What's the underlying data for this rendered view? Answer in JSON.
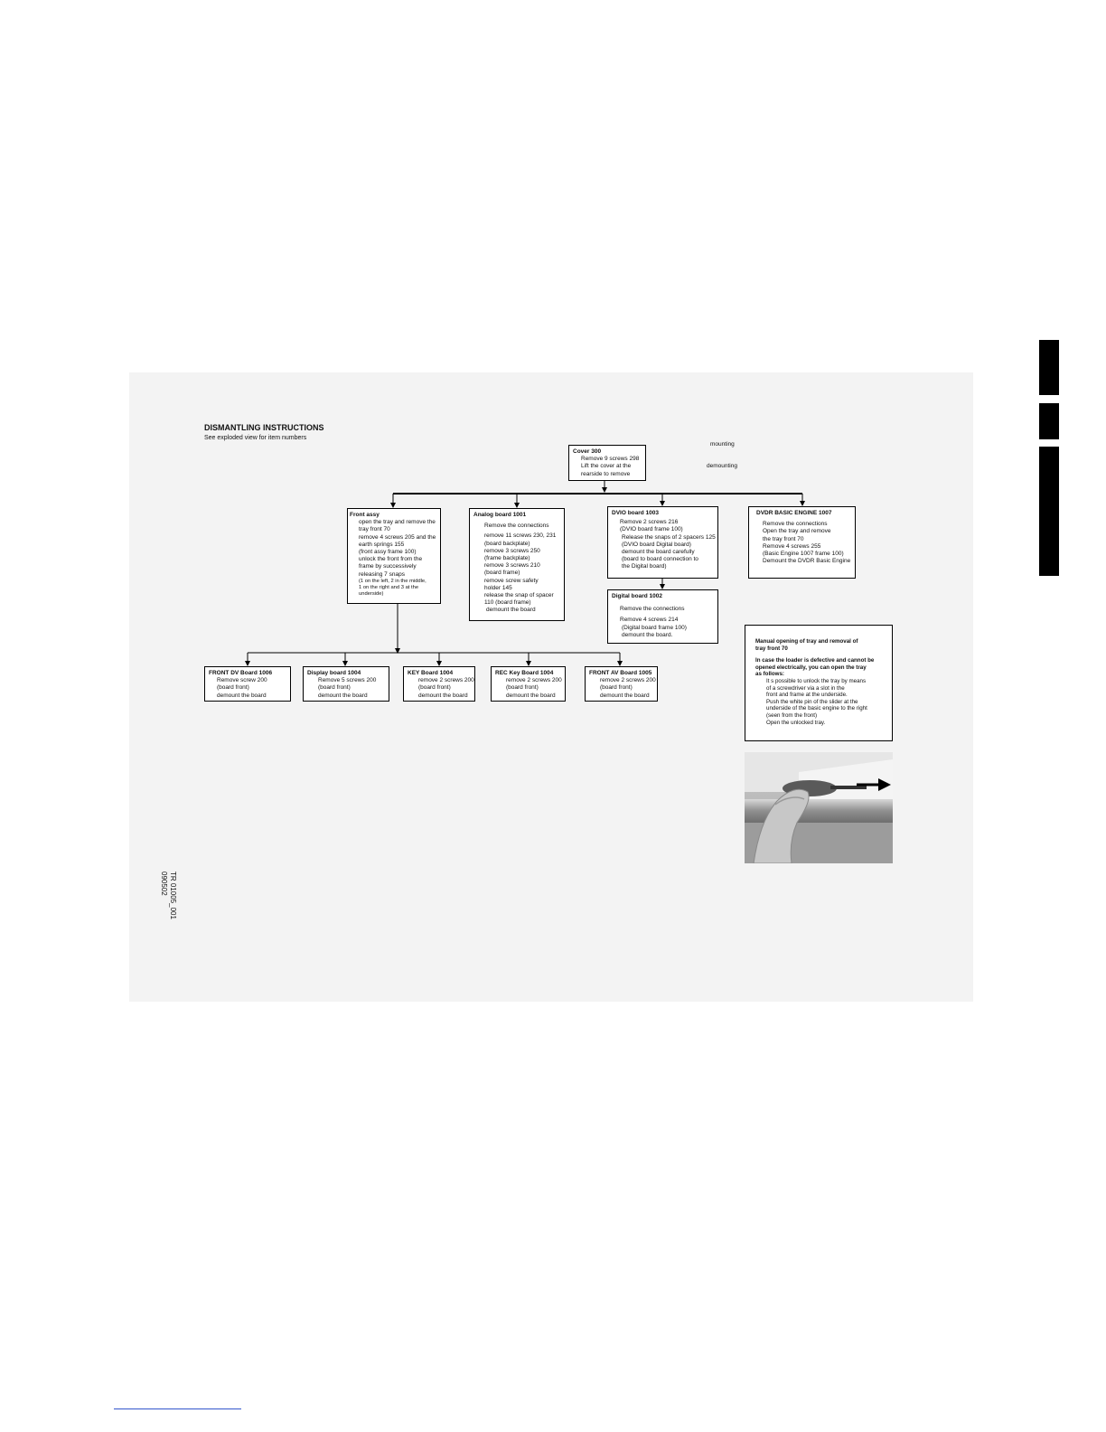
{
  "heading": {
    "title": "DISMANTLING INSTRUCTIONS",
    "subtitle": "See exploded view for item numbers"
  },
  "legend": {
    "mounting": "mounting",
    "demounting": "demounting"
  },
  "cover": {
    "title": "Cover 300",
    "lines": [
      "Remove 9 screws 298",
      "Lift the cover at the",
      "rearside to remove"
    ]
  },
  "front_assy": {
    "title": "Front assy",
    "lines": [
      "open the tray and remove the",
      "tray front 70",
      "remove 4 screws 205 and the",
      "earth springs 155",
      "(front assy      frame 100)",
      "unlock the front from the",
      "frame by successively",
      "releasing 7 snaps",
      "(1 on the left, 2 in the middle,",
      "1 on the right and 3 at the",
      "underside)"
    ]
  },
  "analog": {
    "title": "Analog board 1001",
    "lines": [
      "Remove the connections",
      "remove 11 screws 230, 231",
      "(board       backplate)",
      "remove 3 screws 250",
      "(frame       backplate)",
      "remove 3 screws 210",
      "(board       frame)",
      "remove screw safety",
      "holder 145",
      "release the snap of spacer",
      "110 (board       frame)",
      "demount the board"
    ]
  },
  "dvio": {
    "title": "DVIO board 1003",
    "lines": [
      "Remove 2 screws 216",
      "(DVIO board      frame 100)",
      "Release the snaps of 2 spacers 125",
      "(DVIO board       Digital board)",
      "demount the board carefully",
      "(board to board connection to",
      "the Digital board)"
    ]
  },
  "digital": {
    "title": "Digital board 1002",
    "lines": [
      "Remove the connections",
      "Remove 4 screws 214",
      "(Digital board       frame 100)",
      "demount the board."
    ]
  },
  "engine": {
    "title": "DVDR BASIC ENGINE 1007",
    "lines": [
      "Remove the connections",
      "Open the tray and remove",
      "the tray front 70",
      "Remove 4 screws 255",
      "(Basic Engine 1007       frame 100)",
      "Demount the DVDR Basic Engine"
    ]
  },
  "bottom_boards": [
    {
      "title": "FRONT DV Board 1006",
      "lines": [
        "Remove screw 200",
        "(board      front)",
        "demount the board"
      ]
    },
    {
      "title": "Display board 1004",
      "lines": [
        "Remove 5 screws 200",
        "(board      front)",
        "demount the board"
      ]
    },
    {
      "title": "KEY Board 1004",
      "lines": [
        "remove 2 screws 200",
        "(board      front)",
        "demount the board"
      ]
    },
    {
      "title": "REC Key Board 1004",
      "lines": [
        "remove 2 screws 200",
        "(board      front)",
        "demount the board"
      ]
    },
    {
      "title": "FRONT AV Board 1005",
      "lines": [
        "remove 2 screws 200",
        "(board      front)",
        "demount the board"
      ]
    }
  ],
  "tray_note": {
    "title_line1": "Manual opening of tray and removal of",
    "title_line2": "tray front 70",
    "bold_lines": [
      "In case the loader is defective and cannot be",
      "opened electrically, you can open the tray",
      "as follows:"
    ],
    "lines": [
      "It s possible to unlock the tray by means",
      "of a screwdriver via a slot in the",
      "front and frame at the underside.",
      "Push the white pin of the slider at the",
      "underside of the basic engine to the right",
      "(seen from the front)",
      "Open the unlocked tray."
    ]
  },
  "doc_ref": {
    "line1": "TR 01005_001",
    "line2": "090502"
  }
}
